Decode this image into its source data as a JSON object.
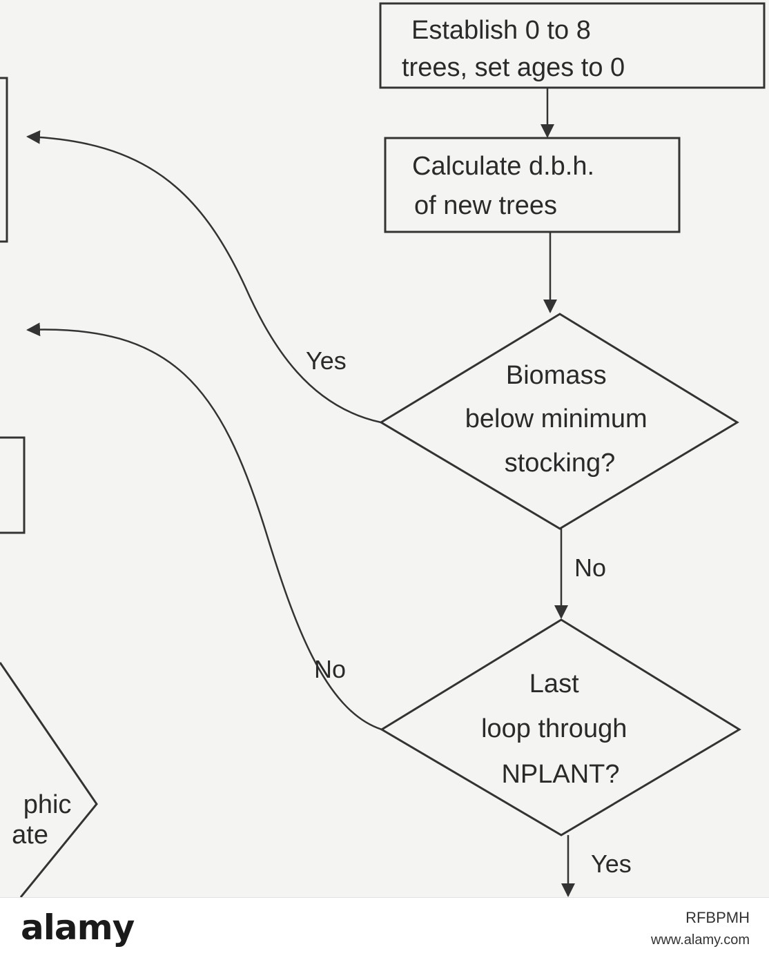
{
  "nodes": {
    "establish": {
      "lines": [
        "Establish 0 to 8",
        "trees, set ages to 0"
      ]
    },
    "calculate": {
      "lines": [
        "Calculate d.b.h.",
        "of new trees"
      ]
    },
    "biomass": {
      "lines": [
        "Biomass",
        "below minimum",
        "stocking?"
      ]
    },
    "last_loop": {
      "lines": [
        "Last",
        "loop through",
        "NPLANT?"
      ]
    },
    "partial_lower_left": {
      "lines": [
        "phic",
        "ate"
      ]
    }
  },
  "edges": {
    "biomass_yes": "Yes",
    "biomass_no": "No",
    "last_loop_no": "No",
    "last_loop_yes": "Yes"
  },
  "footer": {
    "brand": "alamy",
    "image_id": "RFBPMH",
    "url": "www.alamy.com"
  }
}
